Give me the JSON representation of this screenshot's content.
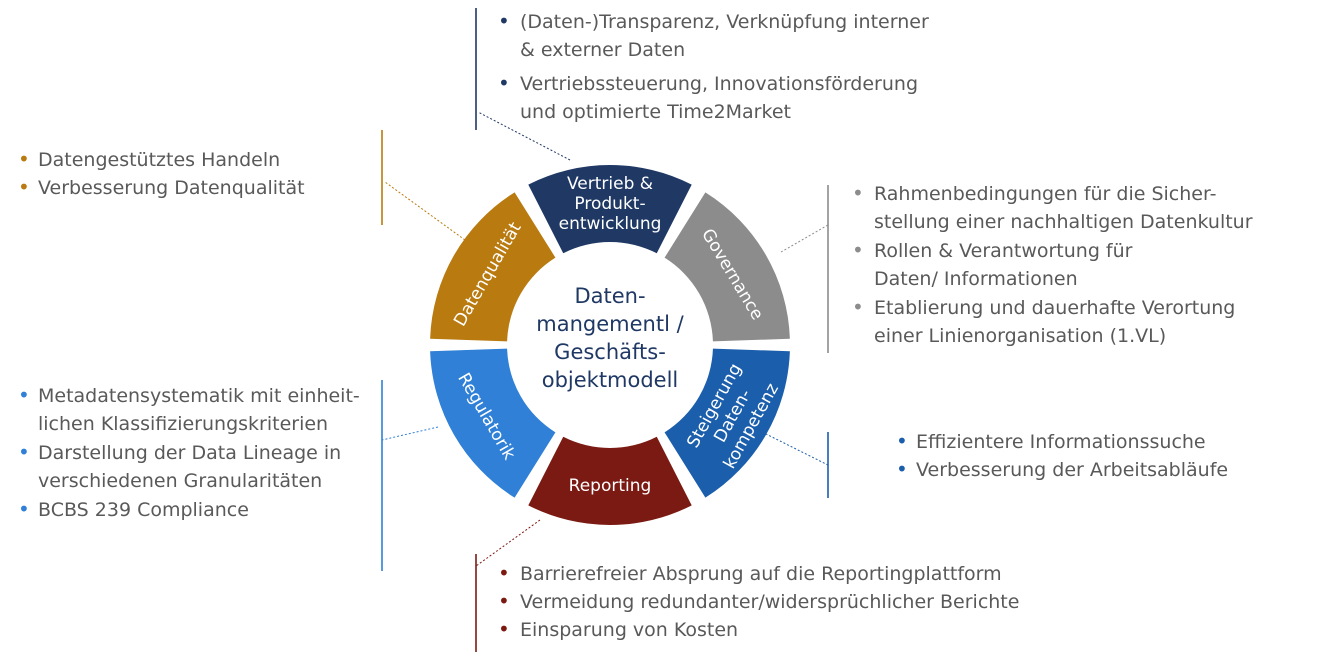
{
  "center": {
    "lines": [
      "Daten-",
      "mangementl /",
      "Geschäfts-",
      "objektmodell"
    ]
  },
  "segments": [
    {
      "id": "vertrieb",
      "lines": [
        "Vertrieb &",
        "Produkt-",
        "entwicklung"
      ],
      "color": "#1f3864"
    },
    {
      "id": "governance",
      "lines": [
        "Governance"
      ],
      "color": "#8c8c8c"
    },
    {
      "id": "datenkompetenz",
      "lines": [
        "Steigerung",
        "Daten-",
        "kompetenz"
      ],
      "color": "#1b5eac"
    },
    {
      "id": "reporting",
      "lines": [
        "Reporting"
      ],
      "color": "#7b1a12"
    },
    {
      "id": "regulatorik",
      "lines": [
        "Regulatorik"
      ],
      "color": "#2f80d6"
    },
    {
      "id": "datenqualitaet",
      "lines": [
        "Datenqualität"
      ],
      "color": "#b97a10"
    }
  ],
  "bullets": {
    "vertrieb": {
      "color": "#1f3864",
      "items": [
        [
          "(Daten-)Transparenz, Verknüpfung interner",
          "& externer Daten"
        ],
        [
          "Vertriebssteuerung, Innovationsförderung",
          "und optimierte Time2Market"
        ]
      ]
    },
    "datenqualitaet": {
      "color": "#b97a10",
      "items": [
        [
          "Datengestütztes Handeln"
        ],
        [
          "Verbesserung Datenqualität"
        ]
      ]
    },
    "governance": {
      "color": "#8c8c8c",
      "items": [
        [
          "Rahmenbedingungen für die Sicher-",
          "stellung einer nachhaltigen Datenkultur"
        ],
        [
          "Rollen & Verantwortung für",
          "Daten/ Informationen"
        ],
        [
          "Etablierung und dauerhafte Verortung",
          "einer Linienorganisation (1.VL)"
        ]
      ]
    },
    "regulatorik": {
      "color": "#2f80d6",
      "items": [
        [
          "Metadatensystematik mit einheit-",
          "lichen Klassifizierungskriterien"
        ],
        [
          "Darstellung der Data Lineage in",
          "verschiedenen Granularitäten"
        ],
        [
          "BCBS 239 Compliance"
        ]
      ]
    },
    "datenkompetenz": {
      "color": "#1b5eac",
      "items": [
        [
          "Effizientere Informationssuche"
        ],
        [
          "Verbesserung der Arbeitsabläufe"
        ]
      ]
    },
    "reporting": {
      "color": "#7b1a12",
      "items": [
        [
          "Barrierefreier Absprung auf die Reportingplattform"
        ],
        [
          "Vermeidung redundanter/widersprüchlicher Berichte"
        ],
        [
          "Einsparung von Kosten"
        ]
      ]
    }
  }
}
